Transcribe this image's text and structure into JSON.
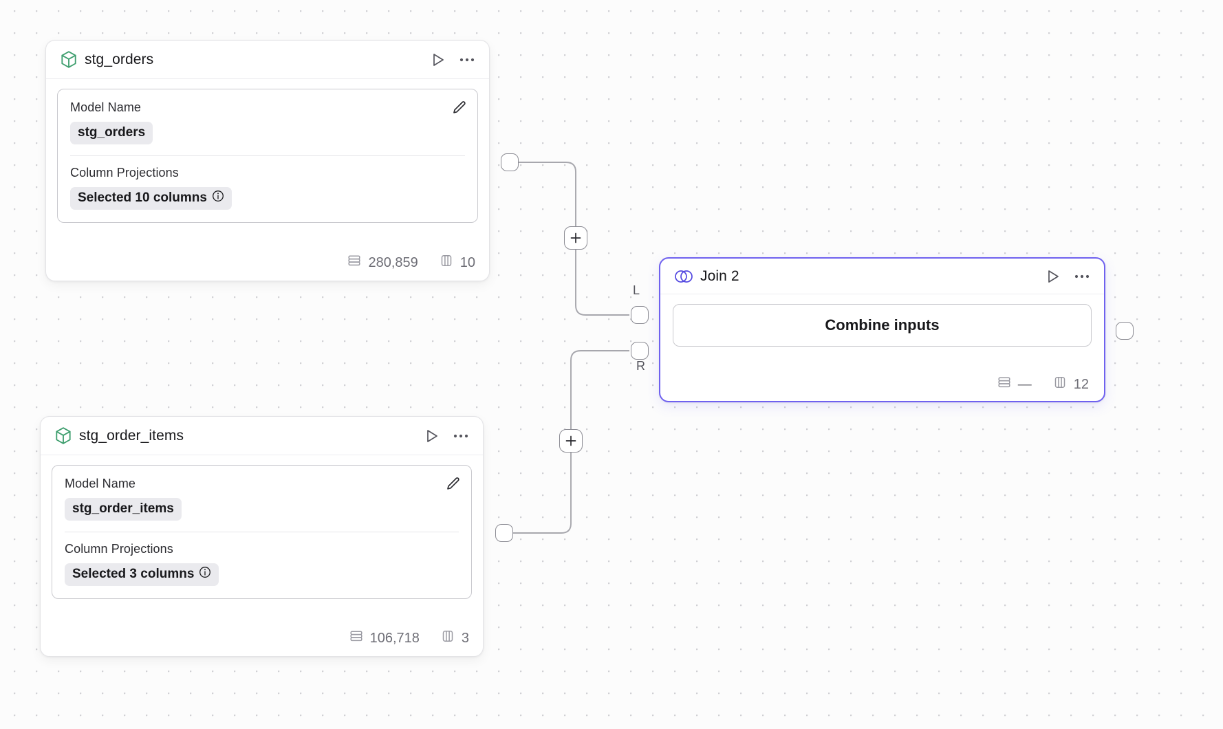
{
  "canvas": {
    "background_color": "#fcfcfc",
    "grid_dot_color": "#d0d0d4",
    "accent_color": "#6f61ef",
    "model_icon_color": "#3e9e6e"
  },
  "nodes": [
    {
      "id": "stg_orders",
      "icon": "cube-icon",
      "title": "stg_orders",
      "fields": {
        "model_name_label": "Model Name",
        "model_name_value": "stg_orders",
        "column_projections_label": "Column Projections",
        "column_projections_value": "Selected 10 columns"
      },
      "footer": {
        "rows_icon": "rows-icon",
        "rows": "280,859",
        "columns_icon": "columns-icon",
        "columns": "10"
      },
      "actions": {
        "run": "run-icon",
        "more": "more-icon",
        "edit": "edit-icon",
        "info": "info-icon"
      }
    },
    {
      "id": "stg_order_items",
      "icon": "cube-icon",
      "title": "stg_order_items",
      "fields": {
        "model_name_label": "Model Name",
        "model_name_value": "stg_order_items",
        "column_projections_label": "Column Projections",
        "column_projections_value": "Selected 3 columns"
      },
      "footer": {
        "rows_icon": "rows-icon",
        "rows": "106,718",
        "columns_icon": "columns-icon",
        "columns": "3"
      },
      "actions": {
        "run": "run-icon",
        "more": "more-icon",
        "edit": "edit-icon",
        "info": "info-icon"
      }
    },
    {
      "id": "join_2",
      "icon": "join-icon",
      "title": "Join 2",
      "selected": true,
      "body": {
        "combine_label": "Combine inputs"
      },
      "footer": {
        "rows_icon": "rows-icon",
        "rows": "—",
        "columns_icon": "columns-icon",
        "columns": "12"
      },
      "actions": {
        "run": "run-icon",
        "more": "more-icon"
      },
      "input_ports": [
        {
          "label": "L"
        },
        {
          "label": "R"
        }
      ]
    }
  ],
  "edge_buttons": [
    {
      "label": "+",
      "name": "add-node-on-edge-top"
    },
    {
      "label": "+",
      "name": "add-node-on-edge-bottom"
    }
  ]
}
